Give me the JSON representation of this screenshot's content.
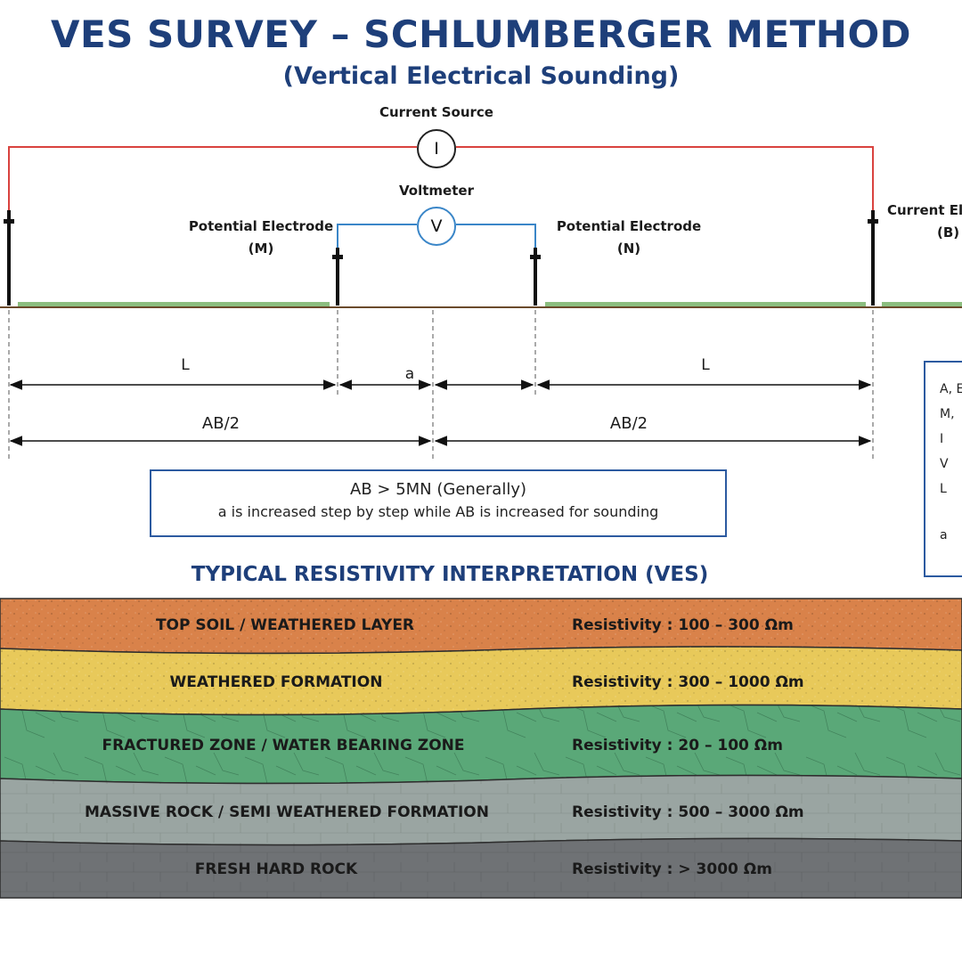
{
  "title": "VES SURVEY – SCHLUMBERGER METHOD",
  "subtitle": "(Vertical Electrical Sounding)",
  "instruments": {
    "current_source": {
      "label": "Current Source",
      "symbol": "I"
    },
    "voltmeter": {
      "label": "Voltmeter",
      "symbol": "V"
    }
  },
  "electrodes": {
    "potential_m": {
      "line1": "Potential Electrode",
      "line2": "(M)"
    },
    "potential_n": {
      "line1": "Potential Electrode",
      "line2": "(N)"
    },
    "current_b": {
      "line1": "Current El",
      "line2": "(B)"
    }
  },
  "dimensions": {
    "left_l": "L",
    "right_l": "L",
    "a": "a",
    "left_half": "AB/2",
    "right_half": "AB/2"
  },
  "note": {
    "line1": "AB > 5MN (Generally)",
    "line2": "a is increased step by step while AB is increased for sounding"
  },
  "legend_items": [
    "A, E",
    "M,",
    "I",
    "V",
    "L",
    "a"
  ],
  "interpretation_title": "TYPICAL RESISTIVITY INTERPRETATION (VES)",
  "layers": [
    {
      "name": "TOP SOIL / WEATHERED LAYER",
      "resistivity": "Resistivity : 100 – 300 Ωm"
    },
    {
      "name": "WEATHERED FORMATION",
      "resistivity": "Resistivity : 300 – 1000 Ωm"
    },
    {
      "name": "FRACTURED ZONE / WATER BEARING ZONE",
      "resistivity": "Resistivity : 20 – 100 Ωm"
    },
    {
      "name": "MASSIVE ROCK / SEMI WEATHERED FORMATION",
      "resistivity": "Resistivity : 500 – 3000 Ωm"
    },
    {
      "name": "FRESH HARD ROCK",
      "resistivity": "Resistivity : > 3000 Ωm"
    }
  ],
  "colors": {
    "title": "#1e3f7a",
    "current_wire": "#d9433f",
    "potential_wire": "#3a86c8",
    "top_soil": "#d9824a",
    "weathered_formation": "#e8c95a",
    "fractured_zone": "#5aa878",
    "massive_rock": "#9aa5a2",
    "fresh_rock": "#6f7275"
  }
}
